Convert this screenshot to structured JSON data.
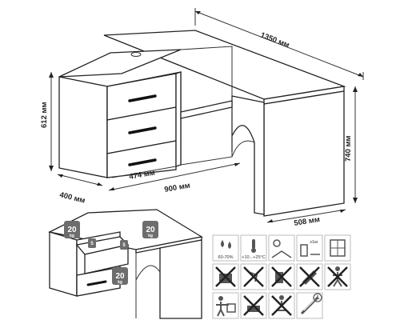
{
  "dimensions": {
    "width_total": "1350 мм",
    "height_cabinet": "612 мм",
    "height_desk": "740 мм",
    "depth_cabinet": "400 мм",
    "length_bottom": "900 мм",
    "drawer_width": "474 мм",
    "depth_desk": "508 мм"
  },
  "loads": {
    "top_left": {
      "value": "20",
      "unit": "kg"
    },
    "top_right": {
      "value": "20",
      "unit": "kg"
    },
    "shelf": {
      "value": "20",
      "unit": "kg"
    },
    "drawer_1": {
      "value": "5",
      "unit": "kg"
    },
    "drawer_2": {
      "value": "5",
      "unit": "kg"
    }
  },
  "care_icons": {
    "humidity": {
      "label": "60-70%"
    },
    "temperature": {
      "label": "+10...+25°C"
    },
    "distance": {
      "label": "≥1м"
    }
  },
  "colors": {
    "line": "#222222",
    "load_badge": "#6d6d6d",
    "icon_border": "#bdbdbd"
  }
}
